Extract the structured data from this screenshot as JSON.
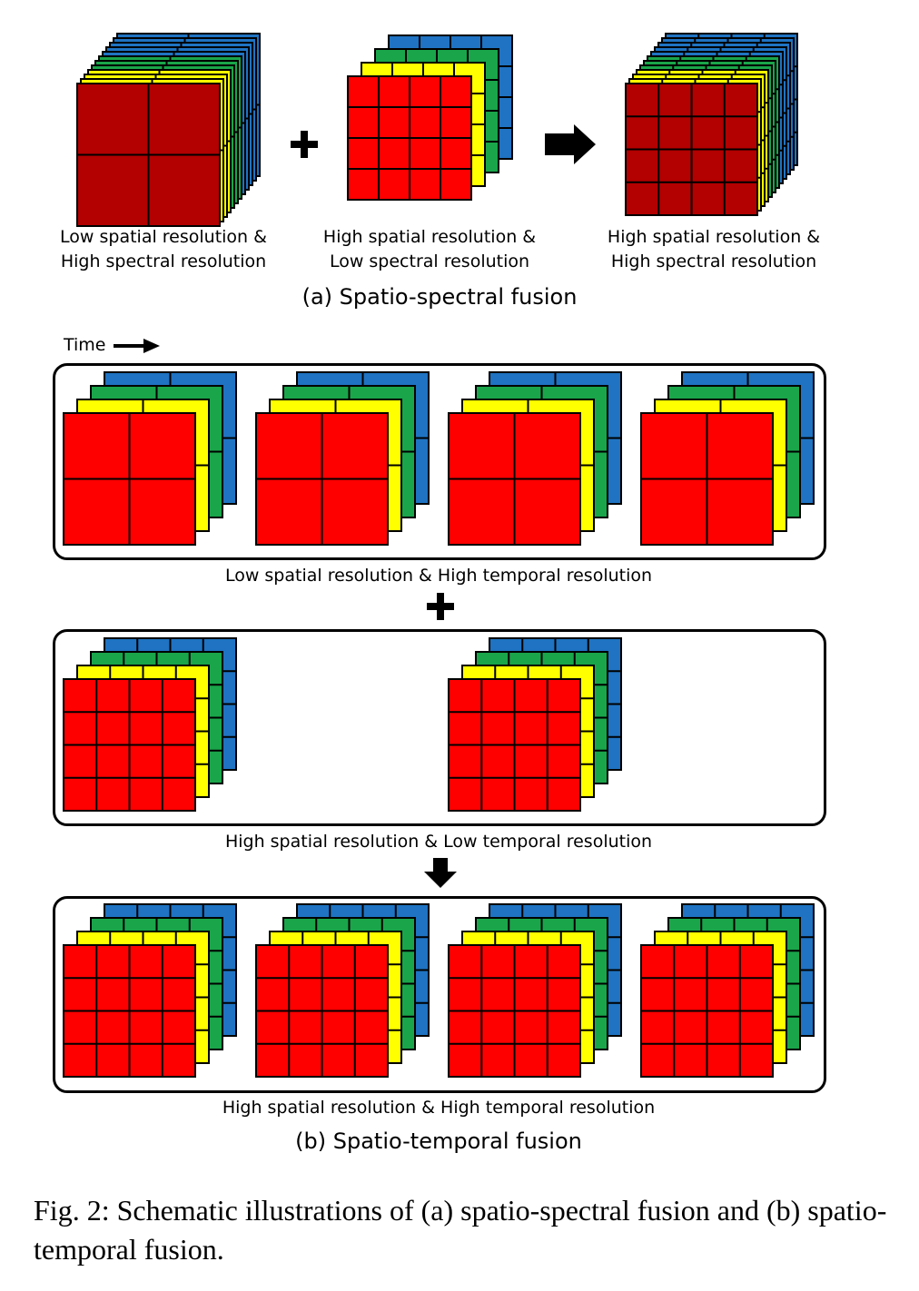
{
  "part_a": {
    "labels": [
      [
        "Low spatial resolution &",
        "High spectral resolution"
      ],
      [
        "High spatial resolution &",
        "Low spectral resolution"
      ],
      [
        "High spatial resolution &",
        "High spectral resolution"
      ]
    ],
    "title": "(a) Spatio-spectral fusion"
  },
  "part_b": {
    "time_label": "Time",
    "row_labels": [
      "Low spatial resolution & High temporal resolution",
      "High spatial resolution & Low temporal resolution",
      "High spatial resolution & High temporal resolution"
    ],
    "title": "(b) Spatio-temporal fusion"
  },
  "caption": "Fig. 2: Schematic illustrations of (a) spatio-spectral fusion and (b) spatio-temporal fusion.",
  "colors": {
    "red": "#ff0000",
    "dark_red": "#b30000",
    "yellow": "#ffff00",
    "green": "#1aa54a",
    "blue": "#1f73c2",
    "outline": "#000000"
  }
}
